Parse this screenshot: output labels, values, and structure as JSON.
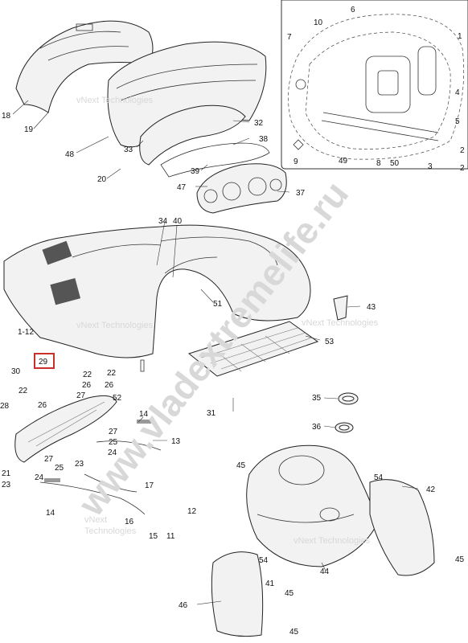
{
  "watermarks": {
    "vnext": "vNext Technologies",
    "vnext_tech": "Technologies",
    "vnext_short": "vNext",
    "site": "www.vladextremelife.ru"
  },
  "highlighted_label": "29",
  "callouts": {
    "c18": "18",
    "c19": "19",
    "c48": "48",
    "c20": "20",
    "c33": "33",
    "c32": "32",
    "c38": "38",
    "c39": "39",
    "c47": "47",
    "c37": "37",
    "c34": "34",
    "c40": "40",
    "c51": "51",
    "c1_12": "1-12",
    "c43": "43",
    "c53": "53",
    "c29": "29",
    "c30": "30",
    "c22a": "22",
    "c22b": "22",
    "c26a": "26",
    "c26b": "26",
    "c28": "28",
    "c22c": "22",
    "c27a": "27",
    "c52": "52",
    "c31": "31",
    "c14a": "14",
    "c26c": "26",
    "c27b": "27",
    "c25a": "25",
    "c24a": "24",
    "c13": "13",
    "c21": "21",
    "c27c": "27",
    "c25b": "25",
    "c24b": "24",
    "c23a": "23",
    "c23b": "23",
    "c14b": "14",
    "c17": "17",
    "c16": "16",
    "c15": "15",
    "c11": "11",
    "c12": "12",
    "c35": "35",
    "c36": "36",
    "c45a": "45",
    "c54a": "54",
    "c42": "42",
    "c44": "44",
    "c54b": "54",
    "c45b": "45",
    "c41": "41",
    "c46": "46",
    "c45c": "45",
    "c45d": "45",
    "c6": "6",
    "c10": "10",
    "c7": "7",
    "c1a": "1",
    "c4": "4",
    "c5": "5",
    "c9": "9",
    "c49": "49",
    "c8": "8",
    "c50": "50",
    "c3": "3",
    "c2a": "2",
    "c2b": "2"
  }
}
